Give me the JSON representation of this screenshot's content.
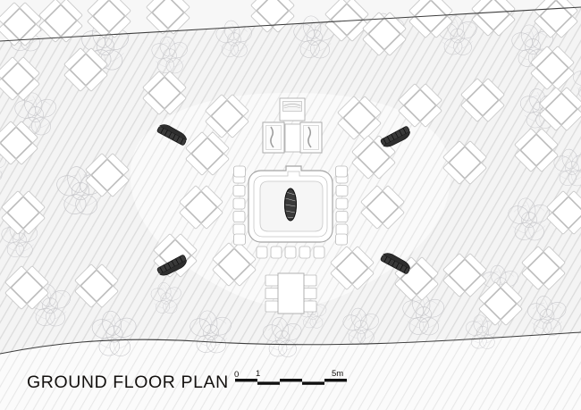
{
  "drawing": {
    "title": "GROUND FLOOR PLAN",
    "type": "architectural-site-plan",
    "scale_bar": {
      "start_label": "0",
      "mid_label": "1",
      "end_label": "5m",
      "units": "meters",
      "segments": 5,
      "span_meters": 5
    },
    "colors": {
      "ink": "#15120f",
      "paper": "#ffffff",
      "hatch": "#d8d8d8",
      "ground_fill": "#f2f2f2",
      "canopy_fill": "#fafafa",
      "furniture_line": "#b9b9b9",
      "furniture_fill": "#ffffff",
      "tree_line": "#c4c4c8",
      "bench_dark": "#2b2b2b",
      "boundary_line": "#4a4a4a",
      "counter_line": "#9a9a9a"
    }
  },
  "site": {
    "boundary_top_label": "site-boundary-north",
    "boundary_bottom_label": "site-boundary-south",
    "ground_hatch_angle_deg": 30,
    "canopy_outline_style": "dashed"
  },
  "program": {
    "central_counter": {
      "name": "central bar counter",
      "shape": "rounded-square-ring",
      "entrance_gap": "north",
      "stools_west": 5,
      "stools_east": 5,
      "stools_south": 5,
      "stools_north": 0,
      "stool_total": 15,
      "center_feature": "tree"
    },
    "service_block": {
      "name": "service and kitchen block",
      "modules": 3,
      "top_module": "counter hatch",
      "side_modules": 2
    },
    "communal_table": {
      "name": "communal dining table",
      "seats_west": 3,
      "seats_east": 3,
      "seats_total": 6
    },
    "benches": {
      "name": "garden benches",
      "count": 4,
      "positions": [
        "northwest",
        "northeast",
        "southwest",
        "southeast"
      ]
    },
    "cafe_tables": {
      "name": "square cafe tables",
      "chairs_per_table": 4,
      "count": 38
    },
    "trees": {
      "name": "tree canopies",
      "count": 27
    }
  },
  "cafe_tables_positions": [
    [
      22,
      27
    ],
    [
      68,
      23
    ],
    [
      122,
      18
    ],
    [
      188,
      14
    ],
    [
      305,
      12
    ],
    [
      388,
      22
    ],
    [
      430,
      38
    ],
    [
      482,
      18
    ],
    [
      552,
      16
    ],
    [
      622,
      18
    ],
    [
      20,
      88
    ],
    [
      96,
      78
    ],
    [
      184,
      104
    ],
    [
      254,
      130
    ],
    [
      402,
      132
    ],
    [
      470,
      118
    ],
    [
      540,
      112
    ],
    [
      618,
      76
    ],
    [
      18,
      160
    ],
    [
      120,
      196
    ],
    [
      232,
      172
    ],
    [
      225,
      232
    ],
    [
      418,
      176
    ],
    [
      428,
      232
    ],
    [
      520,
      182
    ],
    [
      600,
      168
    ],
    [
      628,
      122
    ],
    [
      26,
      238
    ],
    [
      30,
      322
    ],
    [
      108,
      320
    ],
    [
      196,
      286
    ],
    [
      262,
      296
    ],
    [
      394,
      300
    ],
    [
      466,
      312
    ],
    [
      520,
      308
    ],
    [
      560,
      340
    ],
    [
      608,
      300
    ],
    [
      636,
      238
    ]
  ],
  "tree_positions": [
    [
      28,
      34,
      30
    ],
    [
      118,
      52,
      34
    ],
    [
      190,
      62,
      26
    ],
    [
      262,
      44,
      26
    ],
    [
      352,
      42,
      30
    ],
    [
      432,
      36,
      26
    ],
    [
      512,
      40,
      28
    ],
    [
      596,
      52,
      30
    ],
    [
      40,
      128,
      30
    ],
    [
      90,
      214,
      34
    ],
    [
      22,
      268,
      26
    ],
    [
      56,
      342,
      30
    ],
    [
      128,
      374,
      32
    ],
    [
      604,
      122,
      28
    ],
    [
      640,
      188,
      26
    ],
    [
      592,
      246,
      30
    ],
    [
      560,
      318,
      26
    ],
    [
      612,
      354,
      28
    ],
    [
      236,
      372,
      30
    ],
    [
      316,
      378,
      28
    ],
    [
      404,
      366,
      26
    ],
    [
      474,
      352,
      30
    ],
    [
      186,
      334,
      22
    ],
    [
      660,
      92,
      24
    ],
    [
      -10,
      186,
      22
    ],
    [
      350,
      352,
      20
    ],
    [
      540,
      372,
      24
    ]
  ],
  "bench_positions": [
    [
      192,
      152,
      -62
    ],
    [
      442,
      152,
      62
    ],
    [
      192,
      296,
      62
    ],
    [
      442,
      296,
      -62
    ]
  ]
}
